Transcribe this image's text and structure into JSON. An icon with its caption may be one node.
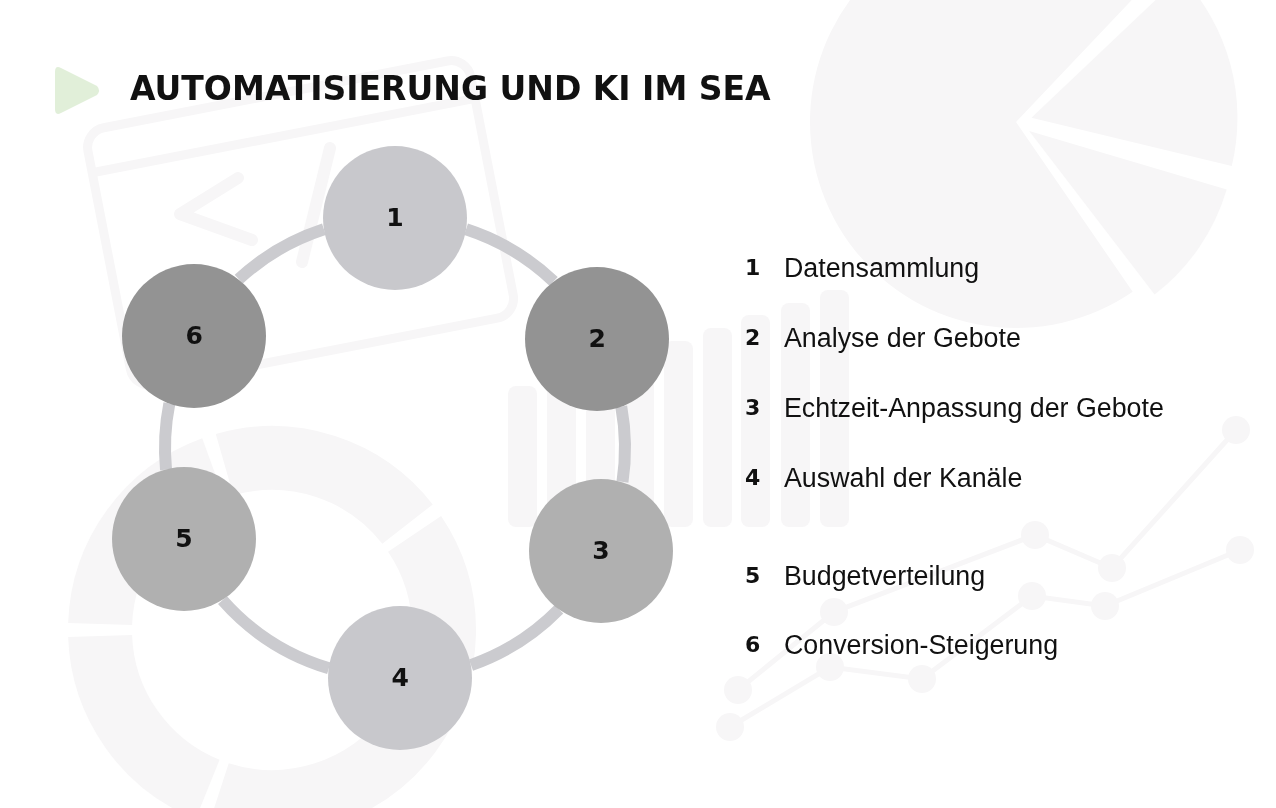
{
  "diagram": {
    "title": "AUTOMATISIERUNG UND KI IM SEA",
    "nodes": [
      {
        "text": [
          "1"
        ]
      },
      {
        "text": [
          "2"
        ]
      },
      {
        "text": [
          "3"
        ]
      },
      {
        "text": [
          "4"
        ]
      },
      {
        "text": [
          "5"
        ]
      },
      {
        "text": [
          "6"
        ]
      }
    ],
    "edges": [
      {
        "from": 0,
        "to": 1,
        "arrow": "none"
      },
      {
        "from": 1,
        "to": 2,
        "arrow": "none"
      },
      {
        "from": 2,
        "to": 3,
        "arrow": "none"
      },
      {
        "from": 3,
        "to": 4,
        "arrow": "none"
      },
      {
        "from": 4,
        "to": 5,
        "arrow": "none"
      },
      {
        "from": 5,
        "to": 0,
        "arrow": "none"
      }
    ],
    "labels": [
      "1",
      "Datensammlung",
      "2",
      "Analyse der Gebote",
      "3",
      "Echtzeit-Anpassung der Gebote",
      "4",
      "Auswahl der Kanäle",
      "5",
      "Budgetverteilung",
      "6",
      "Conversion-Steigerung"
    ]
  }
}
